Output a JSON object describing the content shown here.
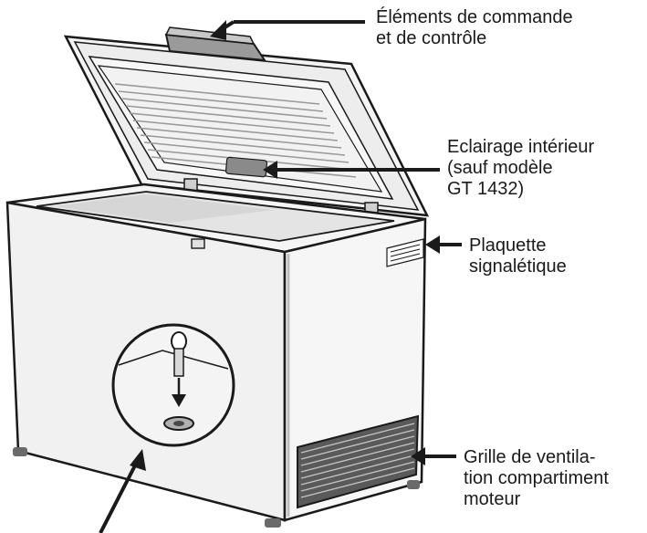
{
  "labels": {
    "controls": [
      "Éléments de commande",
      "et de contrôle"
    ],
    "interior_light": [
      "Eclairage intérieur",
      "(sauf modèle",
      "GT 1432)"
    ],
    "nameplate": [
      "Plaquette",
      "signalétique"
    ],
    "vent_grille": [
      "Grille de ventila-",
      "tion compartiment",
      "moteur"
    ]
  },
  "colors": {
    "line": "#1a1a1a",
    "body": "#f2f2f2",
    "interior": "#e8e8e8",
    "shadow": "#9a9a9a"
  }
}
